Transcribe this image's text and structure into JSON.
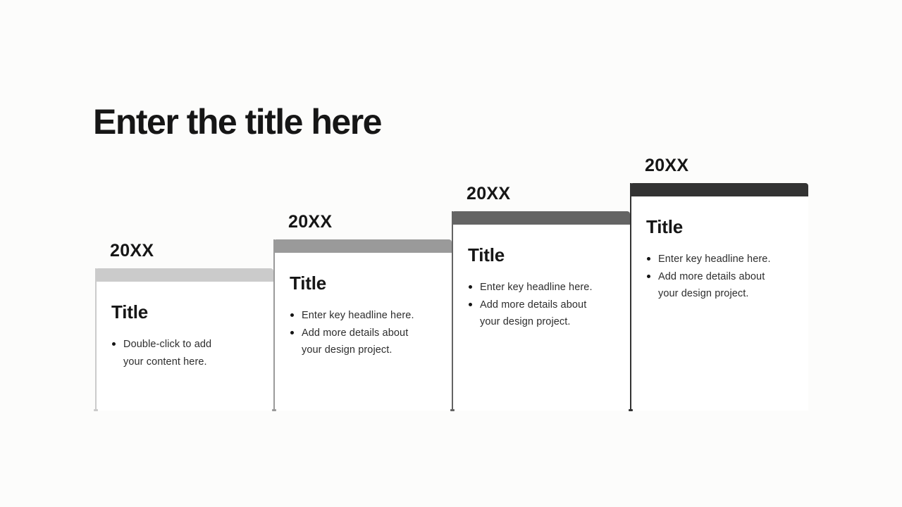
{
  "slide": {
    "title": "Enter the title here",
    "background_color": "#fcfcfb",
    "heading_color": "#161616",
    "body_text_color": "#2d2d2d"
  },
  "columns": [
    {
      "year": "20XX",
      "title": "Title",
      "accent_color": "#cbcbcb",
      "bullets": [
        {
          "lines": [
            "Double-click to add",
            "your content here."
          ]
        }
      ]
    },
    {
      "year": "20XX",
      "title": "Title",
      "accent_color": "#9a9a9a",
      "bullets": [
        {
          "lines": [
            "Enter key headline here."
          ]
        },
        {
          "lines": [
            "Add more details about",
            "your design project."
          ]
        }
      ]
    },
    {
      "year": "20XX",
      "title": "Title",
      "accent_color": "#646464",
      "bullets": [
        {
          "lines": [
            "Enter key headline here."
          ]
        },
        {
          "lines": [
            "Add more details about",
            "your design project."
          ]
        }
      ]
    },
    {
      "year": "20XX",
      "title": "Title",
      "accent_color": "#333333",
      "bullets": [
        {
          "lines": [
            "Enter key headline here."
          ]
        },
        {
          "lines": [
            "Add more details about",
            "your design project."
          ]
        }
      ]
    }
  ]
}
